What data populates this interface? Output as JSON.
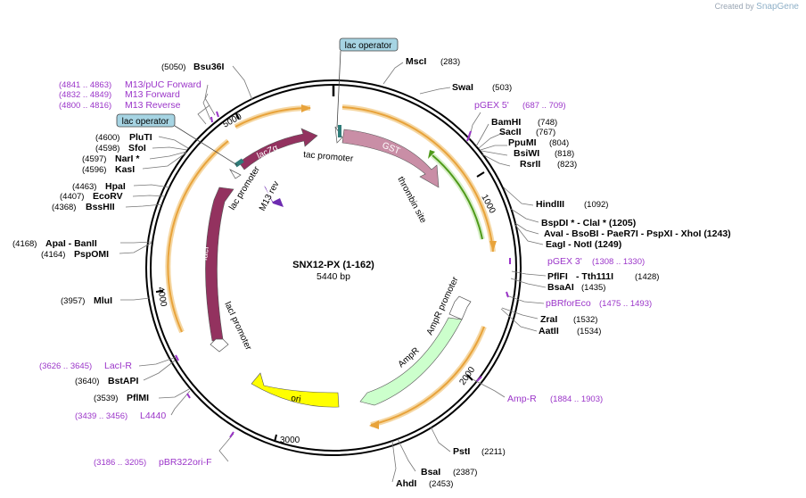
{
  "brand": {
    "created_by": "Created by",
    "product": "SnapGene"
  },
  "plasmid": {
    "name": "SNX12-PX (1-162)",
    "length": "5440 bp"
  },
  "ticks": [
    "1000",
    "2000",
    "3000",
    "4000",
    "5000"
  ],
  "operators": [
    "lac operator",
    "lac operator"
  ],
  "enzymes_right": [
    {
      "name": "MscI",
      "pos": "(283)"
    },
    {
      "name": "SwaI",
      "pos": "(503)"
    },
    {
      "name": "BamHI",
      "pos": "(748)"
    },
    {
      "name": "SacII",
      "pos": "(767)"
    },
    {
      "name": "PpuMI",
      "pos": "(804)"
    },
    {
      "name": "BsiWI",
      "pos": "(818)"
    },
    {
      "name": "RsrII",
      "pos": "(823)"
    },
    {
      "name": "HindIII",
      "pos": "(1092)"
    },
    {
      "name": "PflFI",
      "pos": "(1428)"
    },
    {
      "name": "Tth111I",
      "pos": ""
    },
    {
      "name": "BsaAI",
      "pos": "(1435)"
    },
    {
      "name": "ZraI",
      "pos": "(1532)"
    },
    {
      "name": "AatII",
      "pos": "(1534)"
    },
    {
      "name": "PstI",
      "pos": "(2211)"
    },
    {
      "name": "BsaI",
      "pos": "(2387)"
    },
    {
      "name": "AhdI",
      "pos": "(2453)"
    }
  ],
  "enzyme_groups": [
    {
      "line": "BspDI *  -  ClaI *  (1205)"
    },
    {
      "line": "AvaI  -  BsoBI  -  PaeR7I  -  PspXI  -  XhoI   (1243)"
    },
    {
      "line": "EagI  -  NotI  (1249)"
    }
  ],
  "enzymes_left": [
    {
      "name": "Bsu36I",
      "pos": "(5050)"
    },
    {
      "name": "PluTI",
      "pos": "(4600)"
    },
    {
      "name": "SfoI",
      "pos": "(4598)"
    },
    {
      "name": "NarI *",
      "pos": "(4597)"
    },
    {
      "name": "KasI",
      "pos": "(4596)"
    },
    {
      "name": "HpaI",
      "pos": "(4463)"
    },
    {
      "name": "EcoRV",
      "pos": "(4407)"
    },
    {
      "name": "BssHII",
      "pos": "(4368)"
    },
    {
      "name": "ApaI  -  BanII",
      "pos": "(4168)"
    },
    {
      "name": "PspOMI",
      "pos": "(4164)"
    },
    {
      "name": "MluI",
      "pos": "(3957)"
    },
    {
      "name": "BstAPI",
      "pos": "(3640)"
    },
    {
      "name": "PflMI",
      "pos": "(3539)"
    }
  ],
  "primers": [
    {
      "name": "M13/pUC Forward",
      "pos": "(4841 .. 4863)"
    },
    {
      "name": "M13 Forward",
      "pos": "(4832 .. 4849)"
    },
    {
      "name": "M13 Reverse",
      "pos": "(4800 .. 4816)"
    },
    {
      "name": "pGEX 5'",
      "pos": "(687 .. 709)"
    },
    {
      "name": "pGEX 3'",
      "pos": "(1308 .. 1330)"
    },
    {
      "name": "pBRforEco",
      "pos": "(1475 .. 1493)"
    },
    {
      "name": "Amp-R",
      "pos": "(1884 .. 1903)"
    },
    {
      "name": "LacI-R",
      "pos": "(3626 .. 3645)"
    },
    {
      "name": "L4440",
      "pos": "(3439 .. 3456)"
    },
    {
      "name": "pBR322ori-F",
      "pos": "(3186 .. 3205)"
    }
  ],
  "features": {
    "lacZa": "lacZα",
    "gst": "GST",
    "lacI": "lacI",
    "ori": "ori",
    "tac_promoter_1": "tac promoter",
    "tac_promoter_2": "lac promoter",
    "m13_rev": "M13 rev",
    "thrombin_site": "thrombin site",
    "ampr_promoter": "AmpR promoter",
    "ampr": "AmpR",
    "laci_promoter": "lacI promoter"
  },
  "colors": {
    "lacI": "#93325f",
    "lacZa": "#93325f",
    "gst": "#c98ea6",
    "ori": "#ffff00",
    "ampr": "#ccffcc",
    "primer": "#9b35c9",
    "orange": "#e8a33b",
    "green": "#4f9a1a",
    "operator": "#a6d4e3"
  }
}
